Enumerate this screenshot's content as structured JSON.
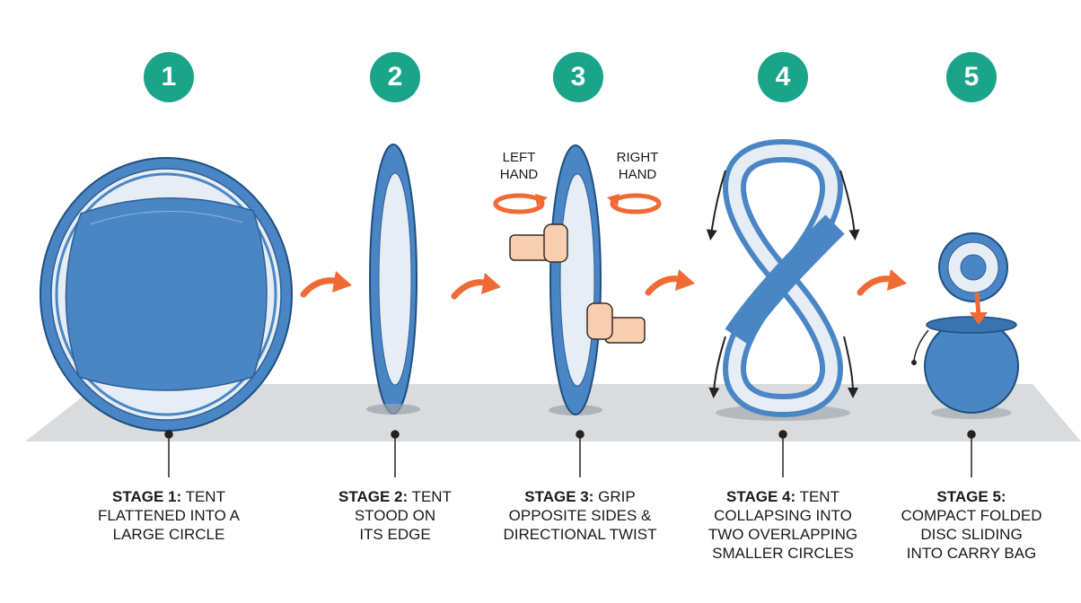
{
  "stages": [
    {
      "number": "1",
      "title": "STAGE 1:",
      "lines": [
        "TENT",
        "FLATTENED INTO A",
        "LARGE CIRCLE"
      ]
    },
    {
      "number": "2",
      "title": "STAGE 2:",
      "lines": [
        "TENT",
        "STOOD ON",
        "ITS EDGE"
      ]
    },
    {
      "number": "3",
      "title": "STAGE 3:",
      "lines": [
        "GRIP",
        "OPPOSITE SIDES &",
        "DIRECTIONAL TWIST"
      ]
    },
    {
      "number": "4",
      "title": "STAGE 4:",
      "lines": [
        "TENT",
        "COLLAPSING INTO",
        "TWO OVERLAPPING",
        "SMALLER CIRCLES"
      ]
    },
    {
      "number": "5",
      "title": "STAGE 5:",
      "lines": [
        "",
        "COMPACT FOLDED",
        "DISC SLIDING",
        "INTO CARRY BAG"
      ]
    }
  ],
  "hands": {
    "left": [
      "LEFT",
      "HAND"
    ],
    "right": [
      "RIGHT",
      "HAND"
    ]
  },
  "colors": {
    "accent": "#1aa48a",
    "tent_blue": "#4a86c5",
    "tent_dark": "#2d5f93",
    "arrow_orange": "#f06a35",
    "floor": "#d9dbdd"
  }
}
